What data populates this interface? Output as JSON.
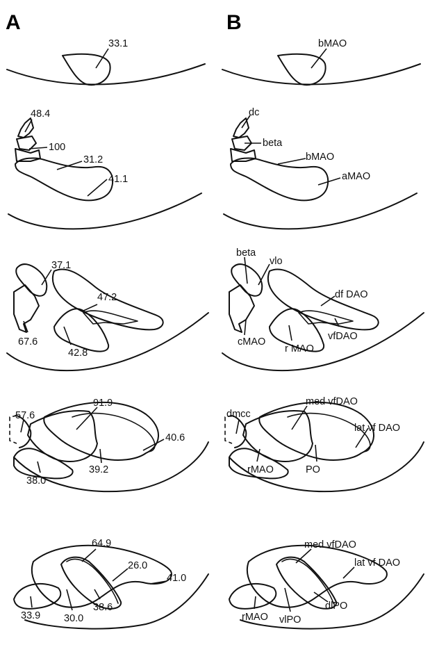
{
  "panels": {
    "A": "A",
    "B": "B"
  },
  "sections": [
    {
      "values": [
        "33.1"
      ],
      "names": [
        "bMAO"
      ]
    },
    {
      "values": [
        "48.4",
        "100",
        "31.2",
        "41.1"
      ],
      "names": [
        "dc",
        "beta",
        "bMAO",
        "aMAO"
      ]
    },
    {
      "values": [
        "37.1",
        "47.2",
        "67.6",
        "42.8"
      ],
      "names": [
        "beta",
        "vlo",
        "df DAO",
        "cMAO",
        "r MAO",
        "vfDAO"
      ]
    },
    {
      "values": [
        "57.6",
        "91.9",
        "40.6",
        "39.2",
        "38.0"
      ],
      "names": [
        "dmcc",
        "med vfDAO",
        "lat vf DAO",
        "PO",
        "rMAO"
      ]
    },
    {
      "values": [
        "64.9",
        "26.0",
        "41.0",
        "38.6",
        "30.0",
        "33.9"
      ],
      "names": [
        "med vfDAO",
        "lat vf DAO",
        "dlPO",
        "rMAO",
        "vlPO"
      ]
    }
  ]
}
